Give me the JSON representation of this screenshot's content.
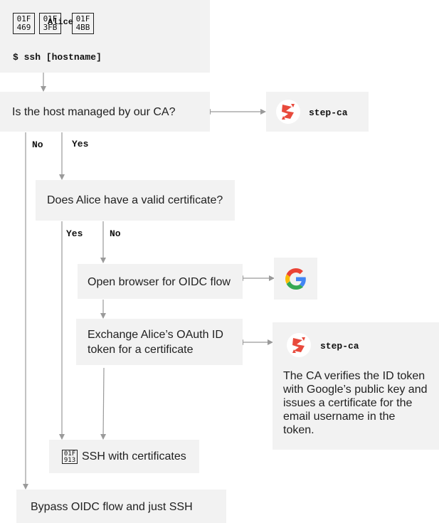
{
  "start": {
    "emoji_codes": [
      "01F\n469",
      "01F\n3FB",
      "01F\n4BB"
    ],
    "name": "Alice",
    "command": "$ ssh [hostname]"
  },
  "q_managed": {
    "label": "Is the host managed by our CA?"
  },
  "stepca_top": {
    "label": "step-ca"
  },
  "edge_no_1": "No",
  "edge_yes_1": "Yes",
  "q_cert": {
    "label": "Does Alice have a valid certificate?"
  },
  "edge_yes_2": "Yes",
  "edge_no_2": "No",
  "open_browser": {
    "label": "Open browser for OIDC flow"
  },
  "exchange": {
    "line1": "Exchange Alice’s OAuth ID",
    "line2": "token for a certificate"
  },
  "stepca_bottom": {
    "label": "step-ca",
    "description": [
      "The CA verifies the ID token",
      "with Google’s public key and",
      "issues a certificate for the",
      "email username in the",
      "token."
    ]
  },
  "ssh_certs": {
    "emoji_code": "01F\n913",
    "label": "SSH with certificates"
  },
  "bypass": {
    "label": "Bypass OIDC flow and just SSH"
  },
  "colors": {
    "box_bg": "#f2f2f2",
    "arrow": "#9a9a9a",
    "stepca_red": "#e84a3c",
    "google_blue": "#4285F4",
    "google_red": "#EA4335",
    "google_yellow": "#FBBC05",
    "google_green": "#34A853"
  },
  "icons": [
    "step-ca-logo-icon",
    "google-logo-icon"
  ]
}
